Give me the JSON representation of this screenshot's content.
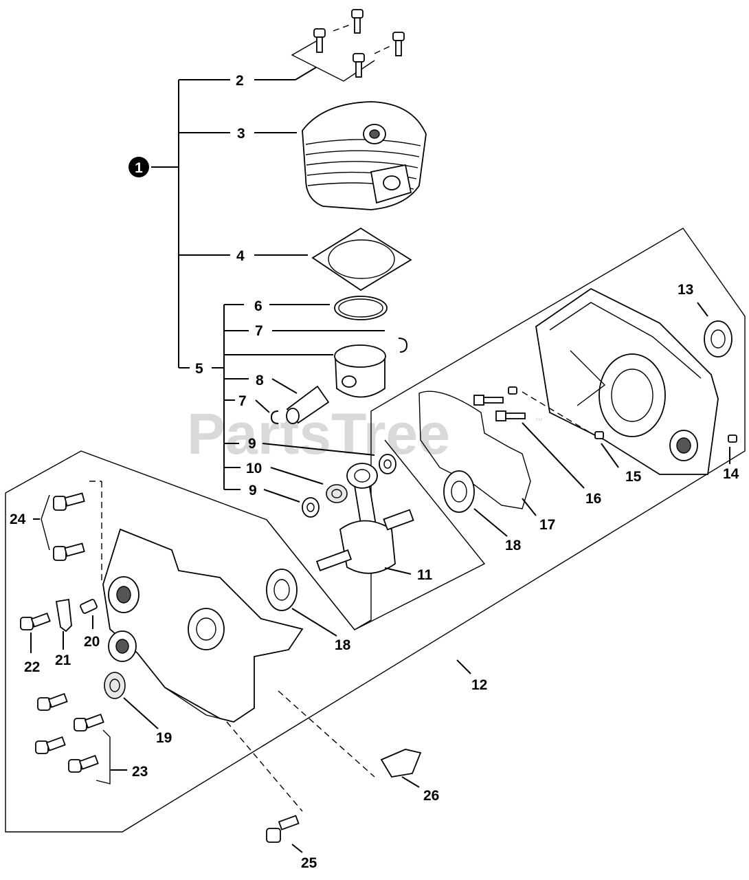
{
  "watermark": {
    "text": "PartsTree",
    "trademark": "™"
  },
  "assembly_marker": "1",
  "labels": {
    "l2": "2",
    "l3": "3",
    "l4": "4",
    "l5": "5",
    "l6": "6",
    "l7a": "7",
    "l7b": "7",
    "l8": "8",
    "l9a": "9",
    "l9b": "9",
    "l10": "10",
    "l11": "11",
    "l12": "12",
    "l13": "13",
    "l14": "14",
    "l15": "15",
    "l16": "16",
    "l17": "17",
    "l18a": "18",
    "l18b": "18",
    "l19": "19",
    "l20": "20",
    "l21": "21",
    "l22": "22",
    "l23": "23",
    "l24": "24",
    "l25": "25",
    "l26": "26"
  }
}
